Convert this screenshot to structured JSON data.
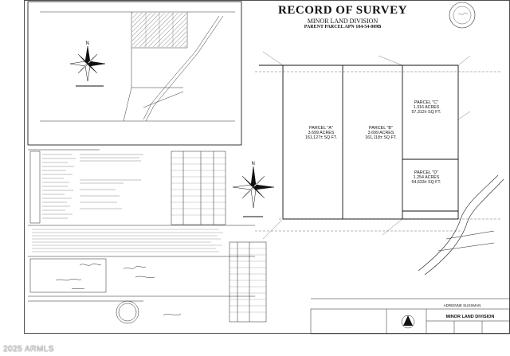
{
  "header": {
    "title": "RECORD OF SURVEY",
    "subtitle": "MINOR LAND DIVISION",
    "parent_parcel": "PARENT PARCEL APN 104-54-009B"
  },
  "parcels": [
    {
      "name": "PARCEL \"A\"",
      "acres": "3.699 ACRES",
      "sqft": "161,127± SQ FT."
    },
    {
      "name": "PARCEL \"B\"",
      "acres": "3.699 ACRES",
      "sqft": "161,118± SQ FT."
    },
    {
      "name": "PARCEL \"C\"",
      "acres": "1.316 ACRES",
      "sqft": "57,312± SQ FT."
    },
    {
      "name": "PARCEL \"D\"",
      "acres": "1.254 ACRES",
      "sqft": "54,633± SQ FT."
    }
  ],
  "surveyor_name": "ADRIENNE SUSSMAN",
  "title_block": "MINOR LAND DIVISION",
  "copyright": "2025 ARMLS"
}
